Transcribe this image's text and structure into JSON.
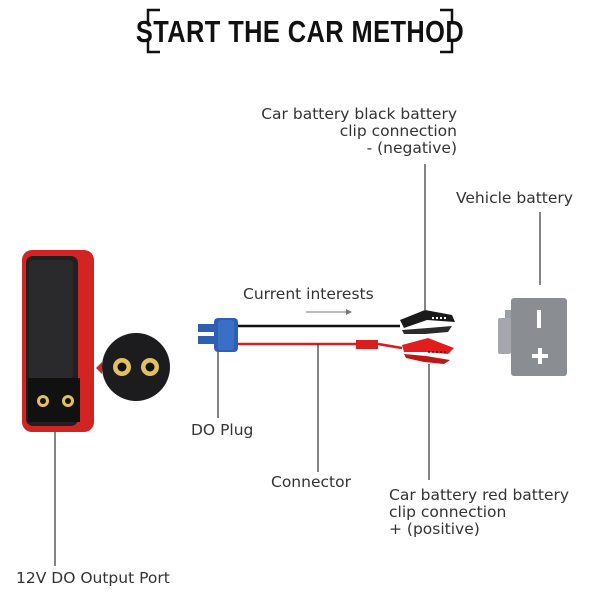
{
  "title": "START THE CAR METHOD",
  "labels": {
    "black_clip": [
      "Car battery black battery",
      "clip connection",
      "- (negative)"
    ],
    "vehicle_battery": "Vehicle battery",
    "current_interests": "Current interests",
    "do_plug": "DO Plug",
    "connector": "Connector",
    "red_clip": [
      "Car battery red battery",
      "clip connection",
      "+ (positive)"
    ],
    "output_port": "12V DO Output Port"
  },
  "colors": {
    "power_bank_body": "#202022",
    "power_bank_trim": "#d32424",
    "plug_blue": "#2f5fb3",
    "clip_black": "#1a1a1a",
    "clip_red": "#e11d1d",
    "battery_gray": "#8a8d92",
    "wire_red": "#d81e1e",
    "wire_black": "#111111"
  },
  "icons": [
    "power-bank-icon",
    "port-zoom-icon",
    "do-plug-icon",
    "black-clip-icon",
    "red-clip-icon",
    "vehicle-battery-icon",
    "current-arrow-icon"
  ]
}
